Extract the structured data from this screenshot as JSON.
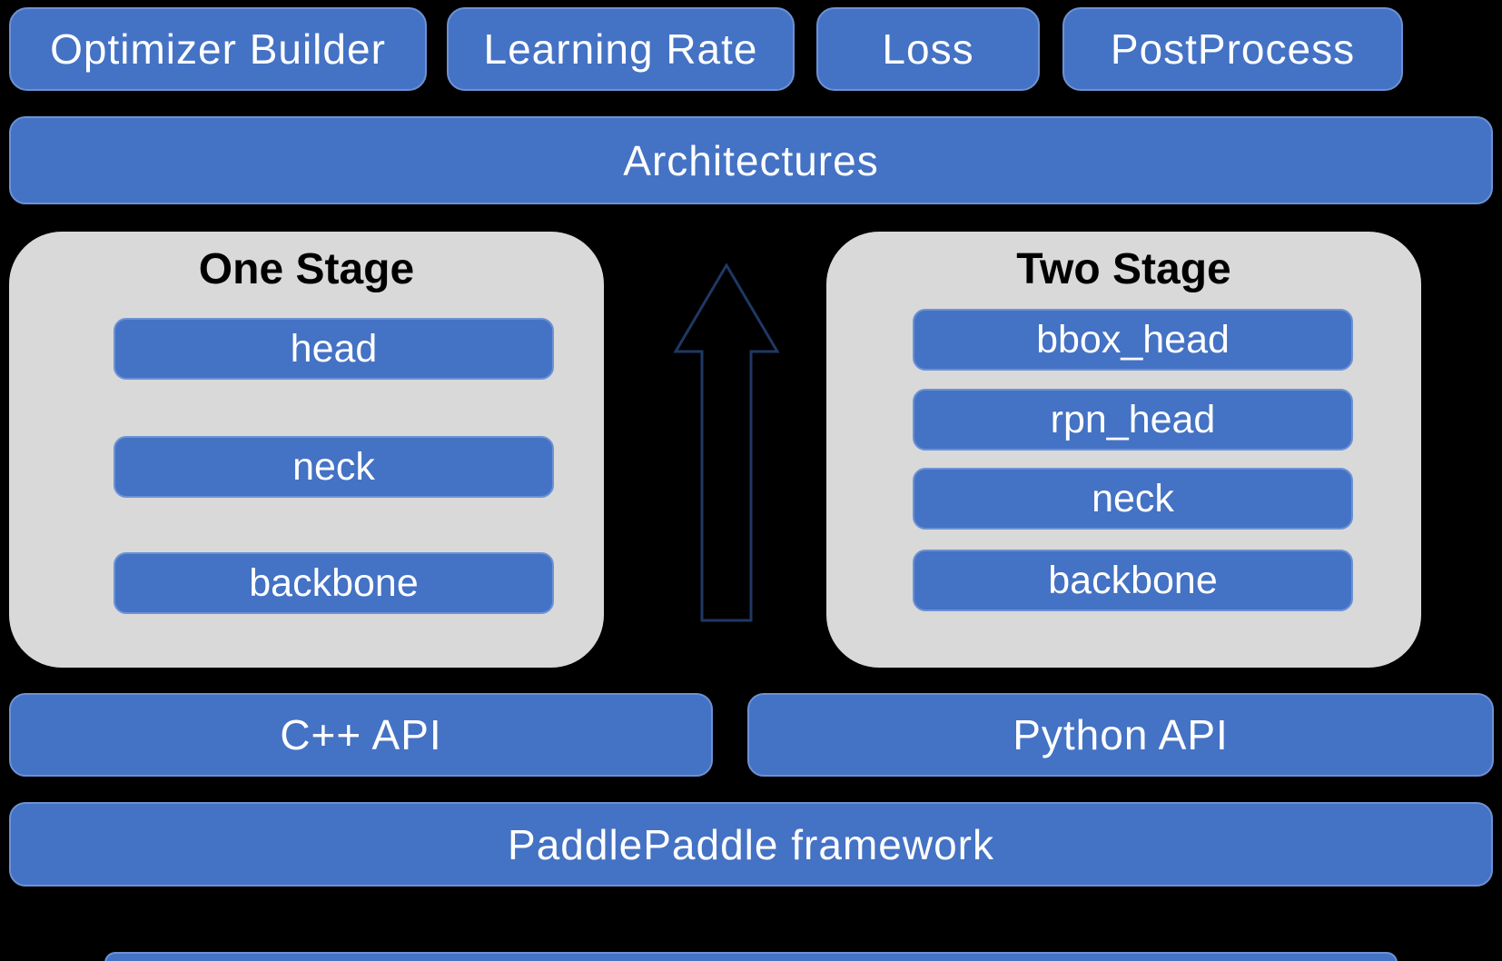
{
  "colors": {
    "box_blue": "#4472C4",
    "box_border": "#6C92D4",
    "container_gray": "#D9D9D9",
    "background": "#000000",
    "arrow_outline": "#1F3864",
    "text_light": "#FFFFFF",
    "text_dark": "#000000"
  },
  "top_modules": [
    {
      "label": "Optimizer Builder"
    },
    {
      "label": "Learning Rate"
    },
    {
      "label": "Loss"
    },
    {
      "label": "PostProcess"
    }
  ],
  "architectures_label": "Architectures",
  "one_stage": {
    "title": "One Stage",
    "components": [
      {
        "label": "head"
      },
      {
        "label": "neck"
      },
      {
        "label": "backbone"
      }
    ]
  },
  "two_stage": {
    "title": "Two Stage",
    "components": [
      {
        "label": "bbox_head"
      },
      {
        "label": "rpn_head"
      },
      {
        "label": "neck"
      },
      {
        "label": "backbone"
      }
    ]
  },
  "api_layer": [
    {
      "label": "C++ API"
    },
    {
      "label": "Python API"
    }
  ],
  "framework_label": "PaddlePaddle framework"
}
